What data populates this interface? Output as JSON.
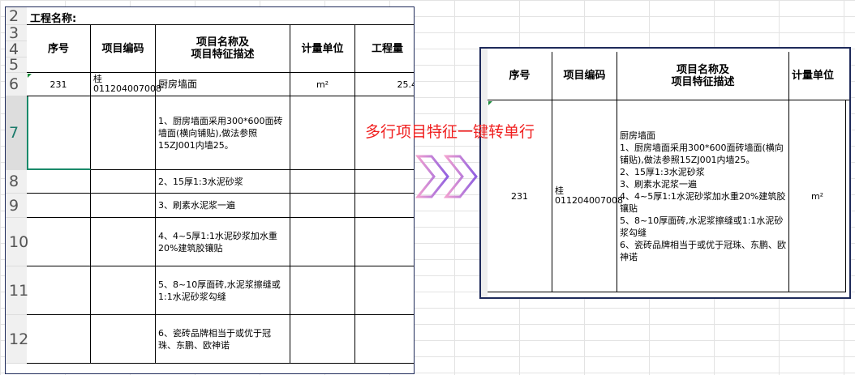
{
  "left": {
    "row_numbers": [
      "2",
      "3",
      "4",
      "5",
      "6",
      "7",
      "8",
      "9",
      "10",
      "11",
      "12"
    ],
    "project_name_label": "工程名称:",
    "headers": [
      "序号",
      "项目编码",
      "项目名称及\n项目特征描述",
      "计量单位",
      "工程量"
    ],
    "row6": {
      "seq": "231",
      "code": "桂\n011204007008",
      "name": "厨房墙面",
      "unit": "m²",
      "qty": "25.4"
    },
    "feature_rows": [
      "1、厨房墙面采用300*600面砖墙面(横向铺贴),做法参照15ZJ001内墙25。",
      "2、15厚1:3水泥砂浆",
      "3、刷素水泥浆一遍",
      "4、4~5厚1:1水泥砂浆加水重20%建筑胶镶贴",
      "5、8~10厚面砖,水泥浆擦缝或1:1水泥砂浆勾缝",
      "6、瓷砖品牌相当于或优于冠珠、东鹏、欧神诺"
    ]
  },
  "caption": "多行项目特征一键转单行",
  "right": {
    "headers": [
      "序号",
      "项目编码",
      "项目名称及\n项目特征描述",
      "计量单位"
    ],
    "row": {
      "seq": "231",
      "code": "桂\n011204007008",
      "desc": "厨房墙面\n1、厨房墙面采用300*600面砖墙面(横向铺贴),做法参照15ZJ001内墙25。\n2、15厚1:3水泥砂浆\n3、刷素水泥浆一遍\n4、4~5厚1:1水泥砂浆加水重20%建筑胶镶贴\n5、8~10厚面砖,水泥浆擦缝或1:1水泥砂浆勾缝\n6、瓷砖品牌相当于或优于冠珠、东鹏、欧神诺",
      "unit": "m²"
    }
  },
  "colors": {
    "caption": "#f02020",
    "arrow": "#c070e0"
  }
}
